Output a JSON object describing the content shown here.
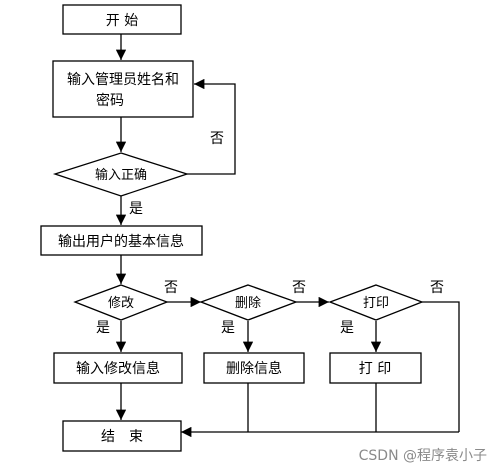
{
  "flowchart": {
    "nodes": {
      "start": "开 始",
      "input_line1": "输入管理员姓名和",
      "input_line2": "密码",
      "check": "输入正确",
      "output": "输出用户的基本信息",
      "modify": "修改",
      "delete": "删除",
      "print": "打印",
      "modify_info": "输入修改信息",
      "delete_info": "删除信息",
      "print_action": "打 印",
      "end": "结　束"
    },
    "edge_labels": {
      "no_check": "否",
      "yes_check": "是",
      "no_modify": "否",
      "yes_modify": "是",
      "no_delete": "否",
      "yes_delete": "是",
      "no_print": "否",
      "yes_print": "是"
    }
  },
  "watermark": "CSDN @程序袁小子"
}
